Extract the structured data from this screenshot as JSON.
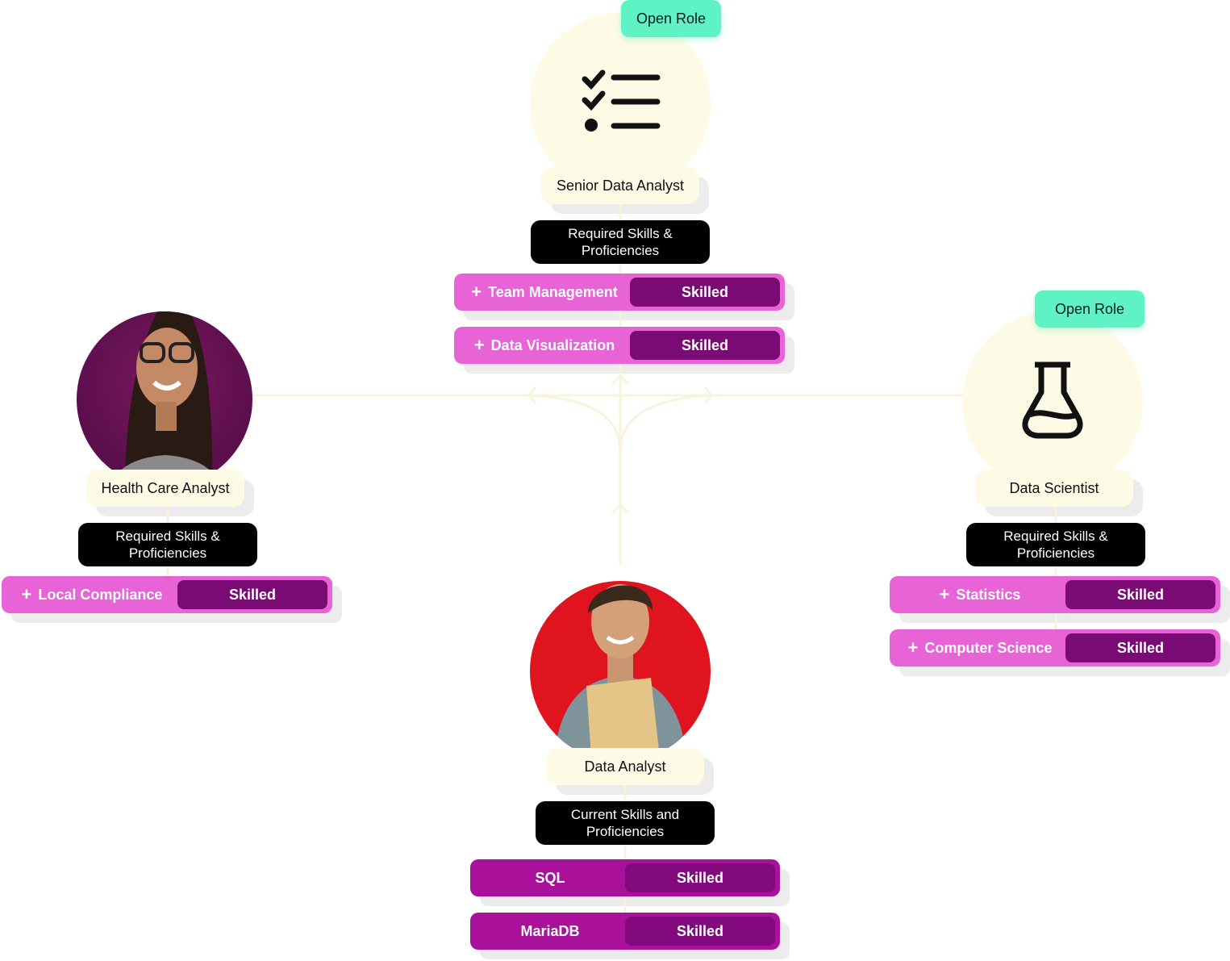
{
  "colors": {
    "open_badge": "#5ff2c4",
    "role_circle": "#fdfbe6",
    "skill_row": "#e863d6",
    "skill_level": "#7a0a74",
    "current_skill_row": "#a9119b",
    "header": "#000000",
    "man_photo_bg": "#e0141e",
    "woman_photo_bg": "#5a0e4b"
  },
  "roles": {
    "senior": {
      "badge": "Open Role",
      "icon": "checklist-icon",
      "title": "Senior Data Analyst",
      "skills_header": "Required Skills & Proficiencies",
      "skills": [
        {
          "name": "Team Management",
          "level": "Skilled"
        },
        {
          "name": "Data Visualization",
          "level": "Skilled"
        }
      ]
    },
    "health": {
      "photo": "woman-avatar",
      "title": "Health Care Analyst",
      "skills_header": "Required Skills & Proficiencies",
      "skills": [
        {
          "name": "Local Compliance",
          "level": "Skilled"
        }
      ]
    },
    "scientist": {
      "badge": "Open Role",
      "icon": "flask-icon",
      "title": "Data Scientist",
      "skills_header": "Required Skills & Proficiencies",
      "skills": [
        {
          "name": "Statistics",
          "level": "Skilled"
        },
        {
          "name": "Computer Science",
          "level": "Skilled"
        }
      ]
    },
    "analyst": {
      "photo": "man-avatar",
      "title": "Data Analyst",
      "skills_header": "Current Skills and Proficiencies",
      "skills": [
        {
          "name": "SQL",
          "level": "Skilled"
        },
        {
          "name": "MariaDB",
          "level": "Skilled"
        }
      ]
    }
  }
}
